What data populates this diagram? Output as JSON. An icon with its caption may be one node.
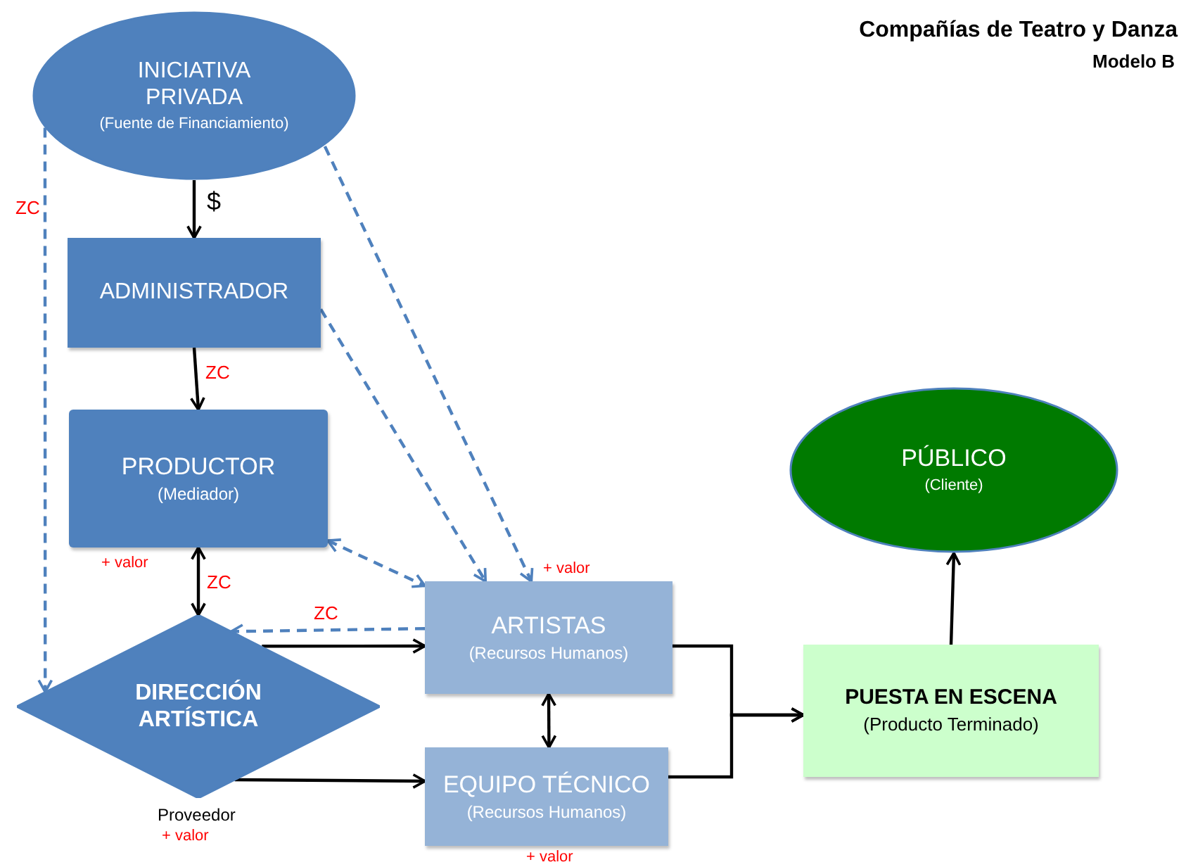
{
  "diagram": {
    "title": "Compañías de Teatro y Danza",
    "nodes": [
      {
        "text": [
          "INICIATIVA PRIVADA",
          "(Fuente de Financiamiento)"
        ]
      },
      {
        "text": [
          "ADMINISTRADOR"
        ]
      },
      {
        "text": [
          "PRODUCTOR",
          "(Mediador)"
        ]
      },
      {
        "text": [
          "DIRECCIÓN ARTÍSTICA"
        ]
      },
      {
        "text": [
          "ARTISTAS",
          "(Recursos Humanos)"
        ]
      },
      {
        "text": [
          "EQUIPO TÉCNICO",
          "(Recursos Humanos)"
        ]
      },
      {
        "text": [
          "PUESTA EN ESCENA",
          "(Producto Terminado)"
        ]
      },
      {
        "text": [
          "PÚBLICO",
          "(Cliente)"
        ]
      }
    ],
    "edges": [
      {
        "from": 0,
        "to": 1,
        "arrow": "to",
        "label": "$"
      },
      {
        "from": 1,
        "to": 2,
        "arrow": "to",
        "label": "ZC"
      },
      {
        "from": 2,
        "to": 3,
        "arrow": "both",
        "label": "ZC"
      },
      {
        "from": 0,
        "to": 3,
        "arrow": "to",
        "label": "ZC",
        "style": "dashed",
        "color": "#4f81bd"
      },
      {
        "from": 0,
        "to": 4,
        "arrow": "to",
        "style": "dashed",
        "color": "#4f81bd"
      },
      {
        "from": 1,
        "to": 4,
        "arrow": "to",
        "style": "dashed",
        "color": "#4f81bd"
      },
      {
        "from": 2,
        "to": 4,
        "arrow": "both",
        "style": "dashed",
        "color": "#4f81bd"
      },
      {
        "from": 4,
        "to": 3,
        "arrow": "to",
        "label": "ZC",
        "style": "dashed",
        "color": "#4f81bd"
      },
      {
        "from": 3,
        "to": 4,
        "arrow": "to"
      },
      {
        "from": 3,
        "to": 5,
        "arrow": "to"
      },
      {
        "from": 4,
        "to": 5,
        "arrow": "both"
      },
      {
        "from": 4,
        "to": 6,
        "arrow": "to"
      },
      {
        "from": 5,
        "to": 6,
        "arrow": "to"
      },
      {
        "from": 6,
        "to": 7,
        "arrow": "to"
      }
    ],
    "labels": [
      "Modelo B",
      "+ valor",
      "+ valor",
      "Proveedor",
      "+ valor",
      "+ valor"
    ]
  }
}
